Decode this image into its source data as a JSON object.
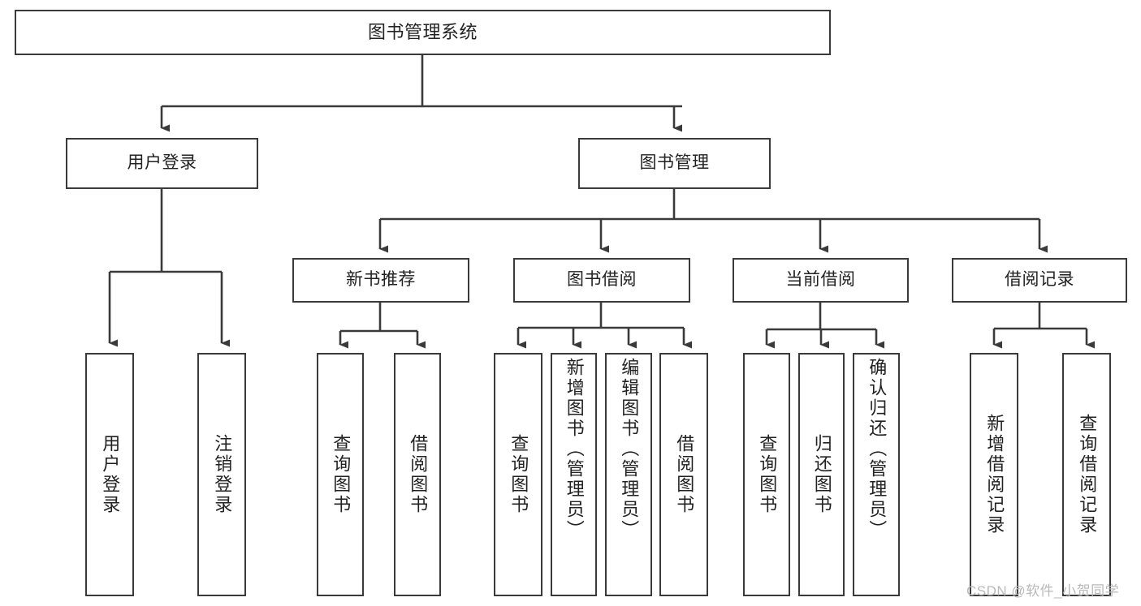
{
  "diagram": {
    "title": "图书管理系统",
    "type": "hierarchy-tree",
    "watermark": "CSDN @软件_小贺同学",
    "colors": {
      "stroke": "#3a3a3a",
      "fill": "#ffffff",
      "text": "#222222",
      "watermark": "#b9b9b9"
    },
    "levels": [
      {
        "level": 0,
        "nodes": [
          {
            "id": "root",
            "label": "图书管理系统"
          }
        ]
      },
      {
        "level": 1,
        "nodes": [
          {
            "id": "login",
            "label": "用户登录",
            "parent": "root"
          },
          {
            "id": "bookmgmt",
            "label": "图书管理",
            "parent": "root"
          }
        ]
      },
      {
        "level": 2,
        "nodes": [
          {
            "id": "newbook",
            "label": "新书推荐",
            "parent": "bookmgmt"
          },
          {
            "id": "borrow",
            "label": "图书借阅",
            "parent": "bookmgmt"
          },
          {
            "id": "current",
            "label": "当前借阅",
            "parent": "bookmgmt"
          },
          {
            "id": "record",
            "label": "借阅记录",
            "parent": "bookmgmt"
          }
        ]
      },
      {
        "level": 3,
        "nodes": [
          {
            "id": "leaf1",
            "label": "用户登录",
            "parent": "login"
          },
          {
            "id": "leaf2",
            "label": "注销登录",
            "parent": "login"
          },
          {
            "id": "leaf3",
            "label": "查询图书",
            "parent": "newbook"
          },
          {
            "id": "leaf4",
            "label": "借阅图书",
            "parent": "newbook"
          },
          {
            "id": "leaf5",
            "label": "查询图书",
            "parent": "borrow"
          },
          {
            "id": "leaf6",
            "label": "新增图书（管理员）",
            "parent": "borrow"
          },
          {
            "id": "leaf7",
            "label": "编辑图书（管理员）",
            "parent": "borrow"
          },
          {
            "id": "leaf8",
            "label": "借阅图书",
            "parent": "borrow"
          },
          {
            "id": "leaf9",
            "label": "查询图书",
            "parent": "current"
          },
          {
            "id": "leaf10",
            "label": "归还图书",
            "parent": "current"
          },
          {
            "id": "leaf11",
            "label": "确认归还（管理员）",
            "parent": "current"
          },
          {
            "id": "leaf12",
            "label": "新增借阅记录",
            "parent": "record"
          },
          {
            "id": "leaf13",
            "label": "查询借阅记录",
            "parent": "record"
          }
        ]
      }
    ]
  }
}
